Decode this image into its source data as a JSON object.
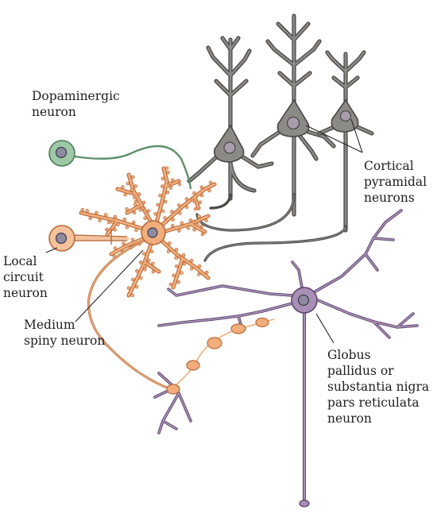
{
  "labels": {
    "dopaminergic": [
      "Dopaminergic",
      "neuron"
    ],
    "cortical": [
      "Cortical",
      "pyramidal",
      "neurons"
    ],
    "local_circuit": [
      "Local",
      "circuit",
      "neuron"
    ],
    "medium_spiny": [
      "Medium",
      "spiny neuron"
    ],
    "globus": [
      "Globus",
      "pallidus or",
      "substantia nigra",
      "pars reticulata",
      "neuron"
    ]
  },
  "colors": {
    "pyramidal": "#8c8a86",
    "pyramidal_stroke": "#4a4846",
    "pyramidal_nucleus": "#a89cad",
    "dopaminergic": "#9dc9a6",
    "dopaminergic_axon": "#5f8f6a",
    "spiny": "#f2ad7c",
    "spiny_stroke": "#b86b3a",
    "local": "#f4c29c",
    "globus": "#a88fb6",
    "globus_stroke": "#5b466a",
    "leader": "#222222"
  }
}
